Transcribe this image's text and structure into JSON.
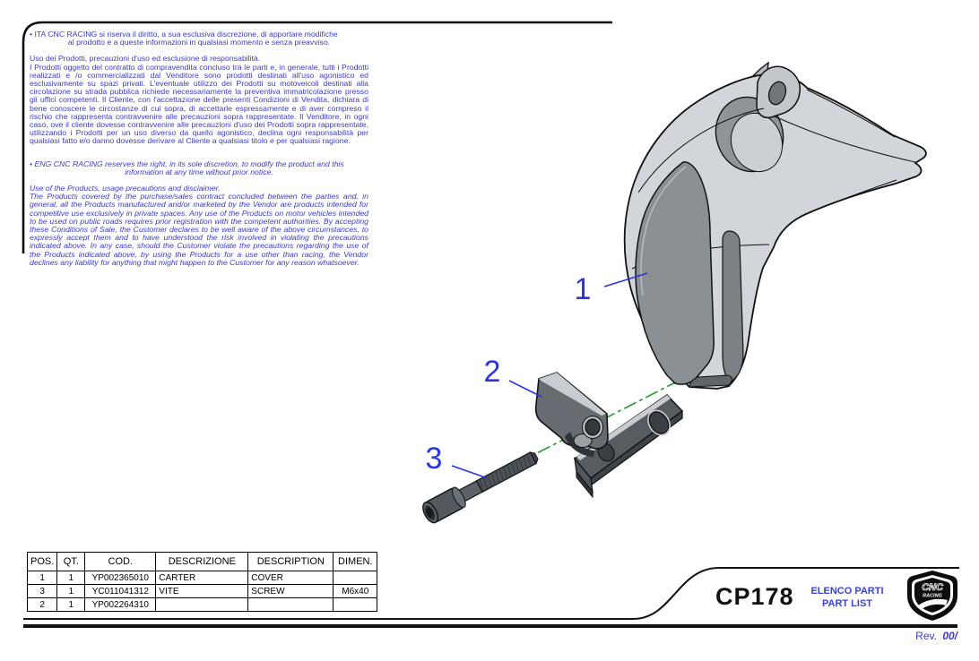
{
  "page": {
    "background": "#ffffff",
    "accent_blue": "#3a3acc",
    "callout_blue": "#2b35dd",
    "centerline_green": "#2e9b37"
  },
  "disclaimer": {
    "ita": {
      "label": "• ITA",
      "notice_line1": "CNC RACING si riserva il diritto, a sua esclusiva discrezione, di apportare modifiche",
      "notice_line2": "al prodotto e a queste informazioni in qualsiasi momento e senza preavviso.",
      "body_title": "Uso dei Prodotti, precauzioni d'uso ed esclusione di responsabilità.",
      "body": "I Prodotti oggetto del contratto di compravendita concluso tra le parti e, in generale, tutti i Prodotti realizzati e /o commercializzati dal Venditore sono prodotti destinati all'uso agonistico ed esclusivamente su spazi privati. L'eventuale utilizzo dei Prodotti su motoveicoli destinati alla circolazione su strada pubblica richiede necessariamente la preventiva immatricolazione presso gli uffici competenti. Il Cliente, con l'accettazione delle presenti Condizioni di Vendita, dichiara di bene conoscere le circostanze di cui sopra, di accettarle espressamente e di aver compreso il rischio che rappresenta contravvenire alle precauzioni sopra rappresentate. Il Venditore, in ogni caso, ove il cliente dovesse contravvenire alle precauzioni d'uso dei Prodotti sopra rappresentate, utilizzando i Prodotti per un uso diverso da quello agonistico, declina ogni responsabilità per qualsiasi fatto e/o danno dovesse derivare al Cliente a qualsiasi titolo e per qualsiasi ragione."
    },
    "eng": {
      "label": "• ENG",
      "notice_line1": "CNC RACING reserves the right, in its sole discretion, to modify the product and this",
      "notice_line2": "information at any time without prior notice.",
      "body_title": "Use of the Products, usage precautions and disclaimer.",
      "body": "The Products covered by the purchase/sales contract concluded between the parties and, in general, all the Products manufactured and/or marketed by the Vendor are products intended for competitive use exclusively in private spaces. Any use of the Products on motor vehicles intended to be used on public roads requires prior registration with the competent authorities. By accepting these Conditions of Sale, the Customer declares to be well aware of the above circumstances, to expressly accept them and to have understood the risk involved in violating the precautions indicated above. In any case, should the Customer violate the precautions regarding the use of the Products indicated above, by using the Products for a use other than racing, the Vendor declines any liability for anything that might happen to the Customer for any reason whatsoever."
    }
  },
  "drawing": {
    "callouts": [
      {
        "number": "1"
      },
      {
        "number": "2"
      },
      {
        "number": "3"
      }
    ]
  },
  "parts_table": {
    "headers": [
      "POS.",
      "QT.",
      "COD.",
      "DESCRIZIONE",
      "DESCRIPTION",
      "DIMEN."
    ],
    "rows": [
      [
        "1",
        "1",
        "YP002365010",
        "CARTER",
        "COVER",
        ""
      ],
      [
        "3",
        "1",
        "YC011041312",
        "VITE",
        "SCREW",
        "M6x40"
      ],
      [
        "2",
        "1",
        "YP002264310",
        "",
        "",
        ""
      ]
    ]
  },
  "title_block": {
    "code": "CP178",
    "list_title_ita": "ELENCO PARTI",
    "list_title_eng": "PART LIST",
    "logo_line1": "CNC",
    "logo_line2": "RACING",
    "revision_label": "Rev.",
    "revision_value": "00/"
  }
}
